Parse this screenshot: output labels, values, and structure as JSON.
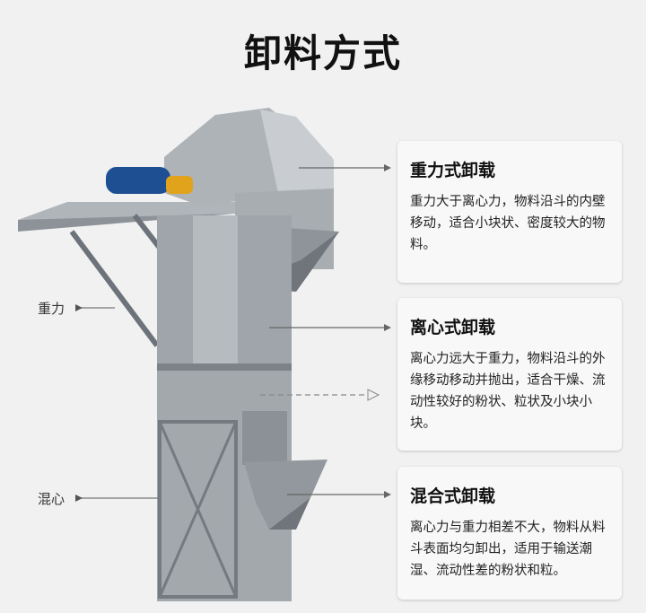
{
  "title": "卸料方式",
  "cards": [
    {
      "heading": "重力式卸载",
      "text": "重力大于离心力，物料沿斗的内壁移动，适合小块状、密度较大的物料。"
    },
    {
      "heading": "离心式卸载",
      "text": "离心力远大于重力，物料沿斗的外缘移动移动并抛出，适合干燥、流动性较好的粉状、粒状及小块小块。"
    },
    {
      "heading": "混合式卸载",
      "text": "离心力与重力相差不大，物料从料斗表面均匀卸出，适用于输送潮湿、流动性差的粉状和粒。"
    }
  ],
  "side_labels": {
    "gravity": "重力",
    "mixed": "混心"
  },
  "colors": {
    "machine": "#9aa0a6",
    "motor": "#1e4f93",
    "gear": "#e1a21c"
  }
}
